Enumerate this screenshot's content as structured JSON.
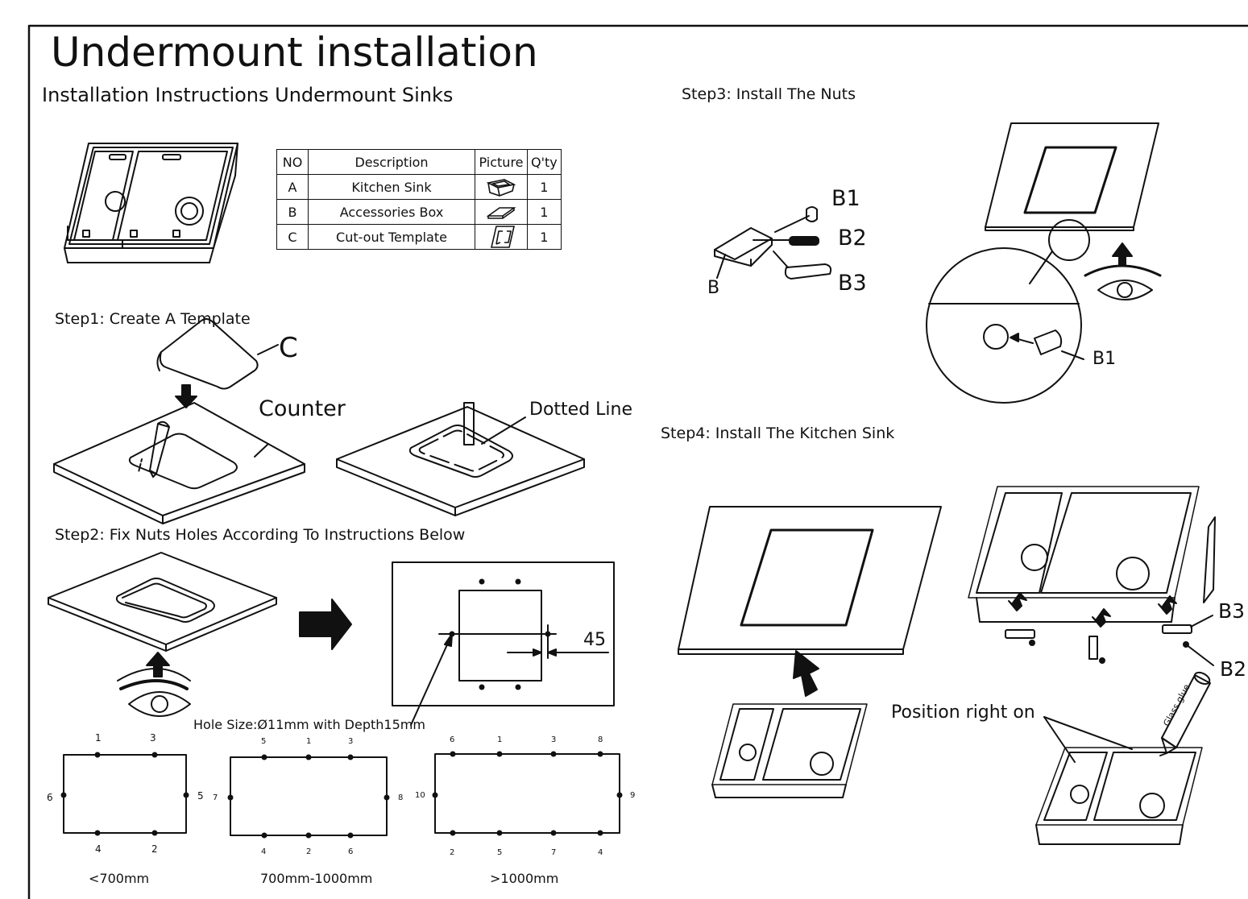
{
  "title": "Undermount installation",
  "subtitle": "Installation Instructions Undermount Sinks",
  "parts_table": {
    "headers": [
      "NO",
      "Description",
      "Picture",
      "Q'ty"
    ],
    "rows": [
      {
        "no": "A",
        "description": "Kitchen Sink",
        "icon": "sink-icon",
        "qty": "1"
      },
      {
        "no": "B",
        "description": "Accessories Box",
        "icon": "box-icon",
        "qty": "1"
      },
      {
        "no": "C",
        "description": "Cut-out Template",
        "icon": "template-icon",
        "qty": "1"
      }
    ]
  },
  "step1": {
    "title": "Step1:  Create A Template",
    "label_c": "C",
    "label_counter": "Counter",
    "label_dotted": "Dotted Line"
  },
  "step2": {
    "title": "Step2:  Fix Nuts Holes According To Instructions Below",
    "dimension": "45",
    "hole_size": "Hole Size:Ø11mm with Depth15mm",
    "layouts": [
      {
        "caption": "<700mm",
        "labels": [
          "1",
          "3",
          "6",
          "5",
          "4",
          "2"
        ]
      },
      {
        "caption": "700mm-1000mm",
        "labels": [
          "5",
          "1",
          "3",
          "7",
          "8",
          "4",
          "2",
          "6"
        ]
      },
      {
        "caption": ">1000mm",
        "labels": [
          "6",
          "1",
          "3",
          "8",
          "10",
          "9",
          "2",
          "5",
          "7",
          "4"
        ]
      }
    ]
  },
  "step3": {
    "title": "Step3:  Install The Nuts",
    "b1": "B1",
    "b2": "B2",
    "b3": "B3",
    "b": "B",
    "detail_b1": "B1"
  },
  "step4": {
    "title": "Step4:  Install The Kitchen Sink",
    "b3": "B3",
    "b2": "B2",
    "position_text": "Position right on",
    "glue_text": "Glass glue"
  }
}
